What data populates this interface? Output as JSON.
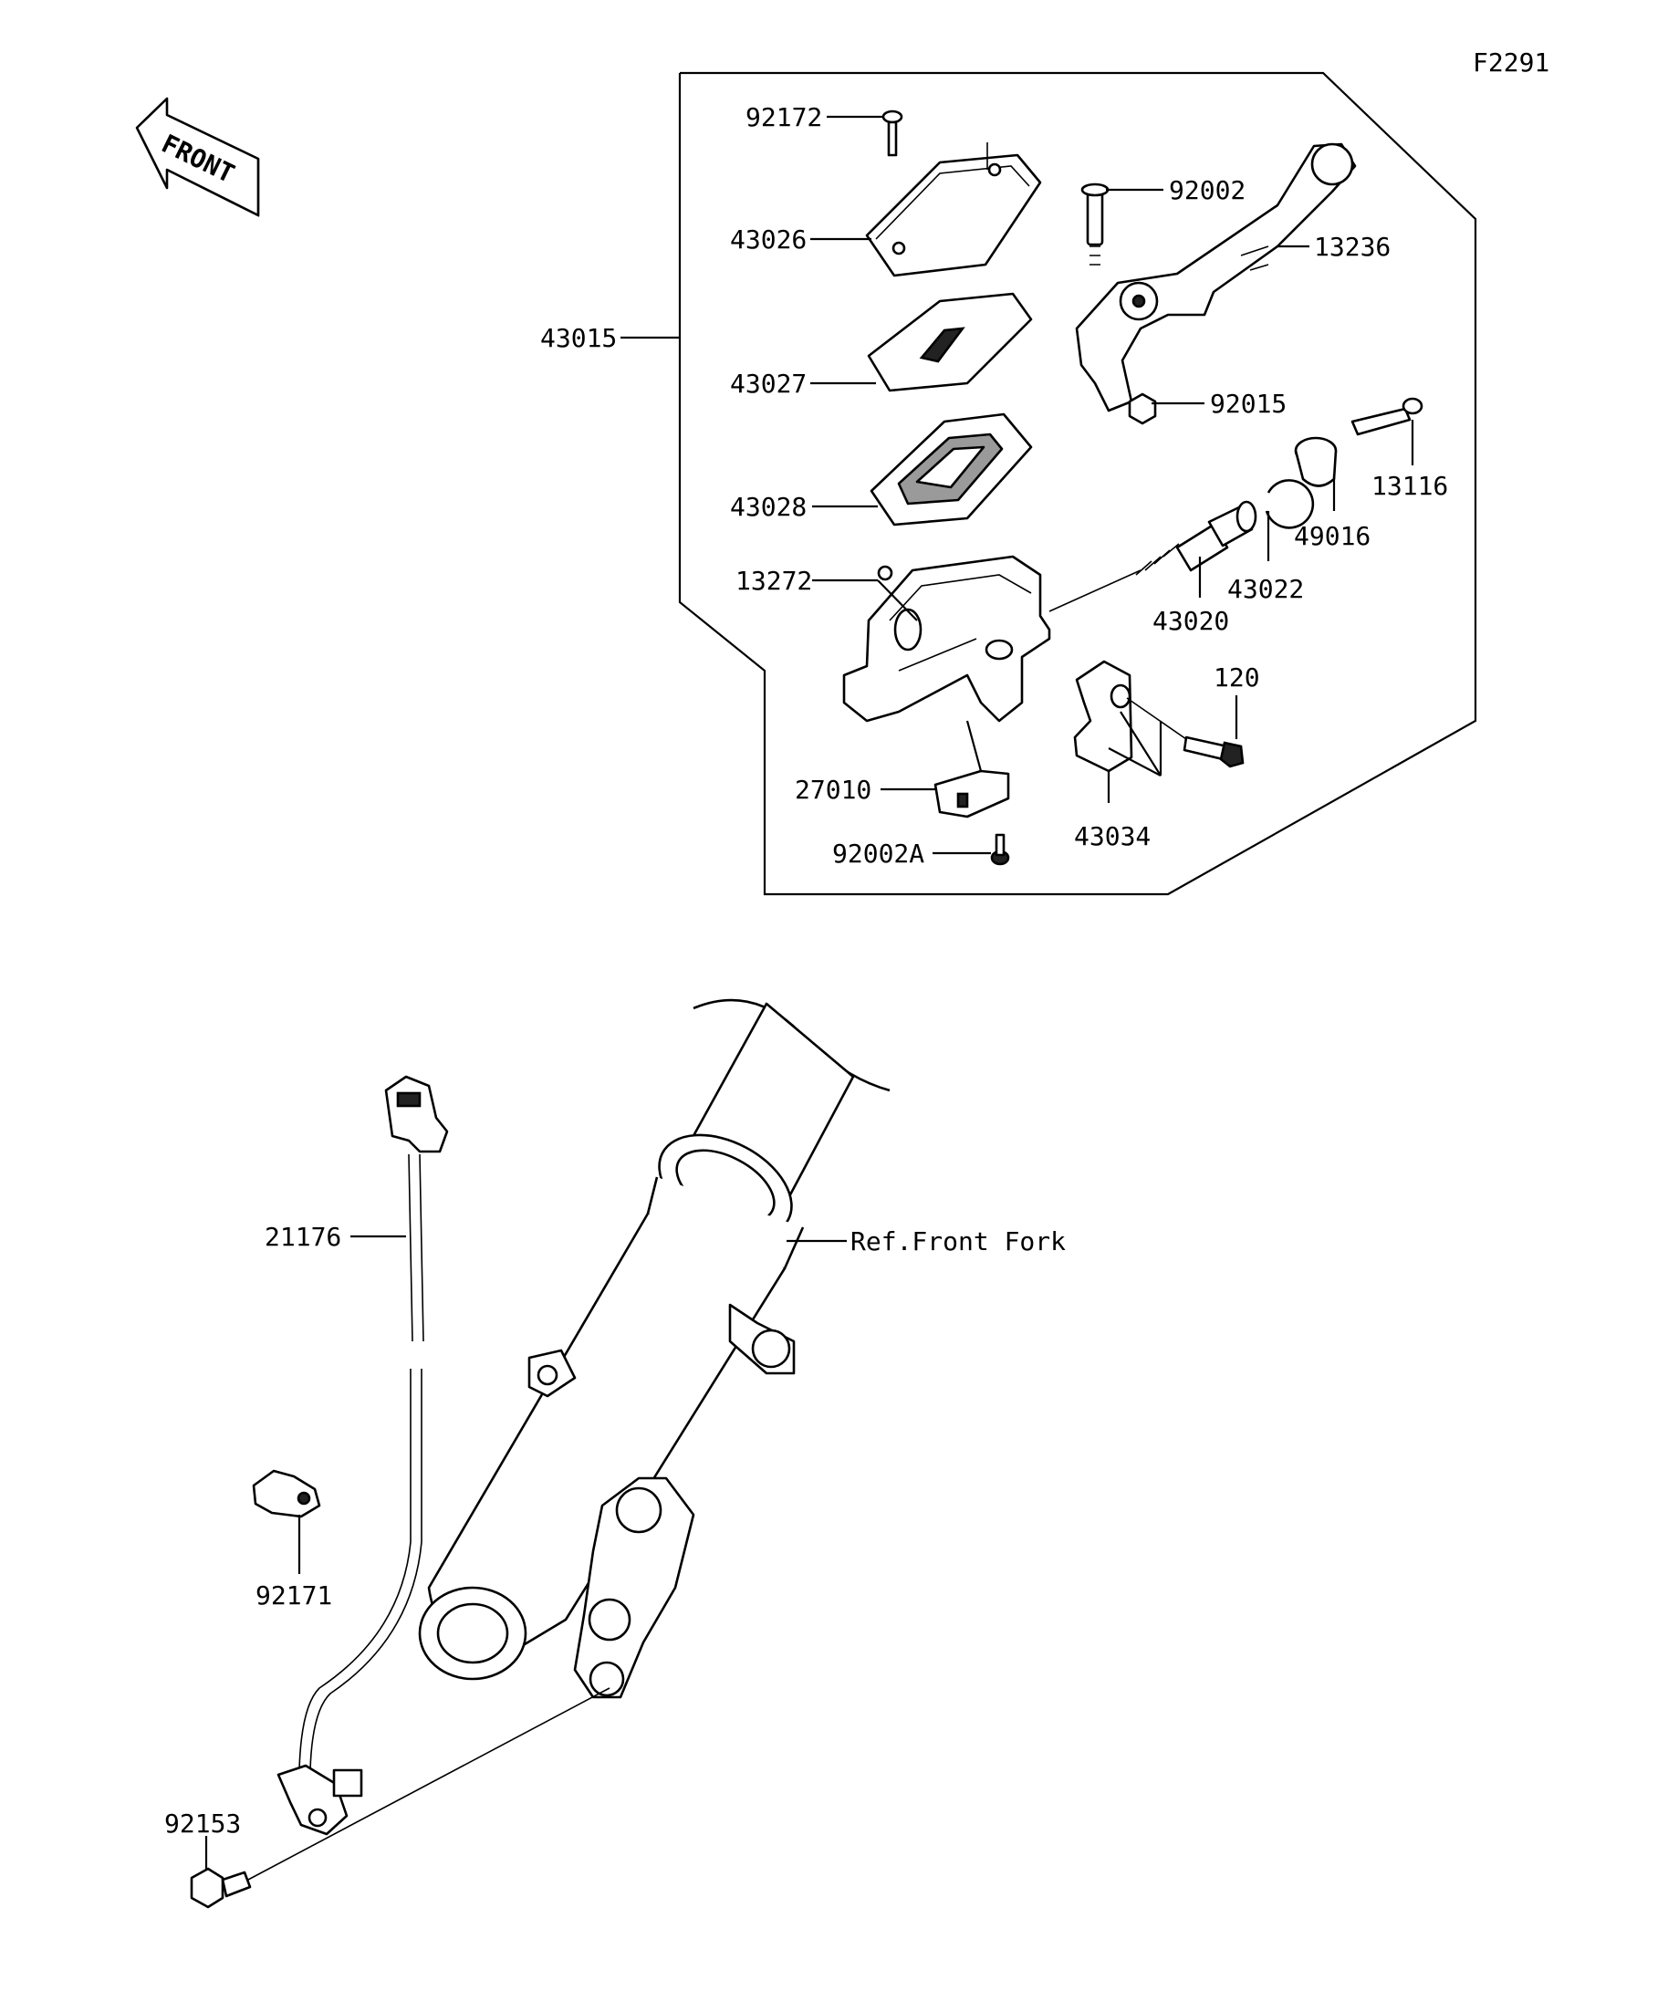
{
  "diagram_code": "F2291",
  "front_arrow_text": "FRONT",
  "labels": {
    "p43015": "43015",
    "p92172": "92172",
    "p43026": "43026",
    "p43027": "43027",
    "p43028": "43028",
    "p13272": "13272",
    "p27010": "27010",
    "p92002A": "92002A",
    "p92002": "92002",
    "p13236": "13236",
    "p92015": "92015",
    "p13116": "13116",
    "p49016": "49016",
    "p43022": "43022",
    "p43020": "43020",
    "p120": "120",
    "p43034": "43034",
    "p21176": "21176",
    "ref_front_fork": "Ref.Front Fork",
    "p92171": "92171",
    "p92153": "92153"
  }
}
